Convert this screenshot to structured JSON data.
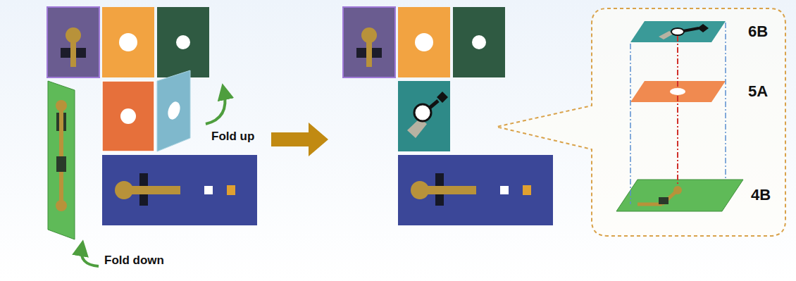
{
  "diagram": {
    "labels": [
      "Fold up",
      "Fold down",
      "6B",
      "5A",
      "4B"
    ]
  }
}
